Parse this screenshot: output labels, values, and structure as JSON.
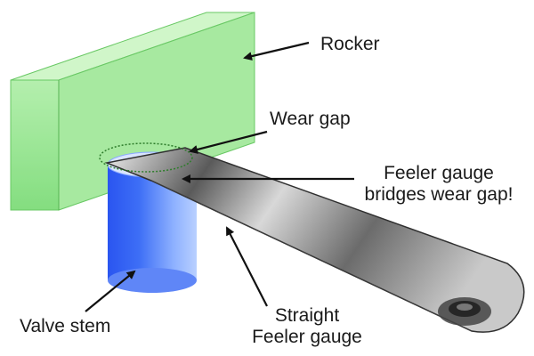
{
  "labels": {
    "rocker": "Rocker",
    "wear_gap": "Wear gap",
    "feeler_bridges_line1": "Feeler gauge",
    "feeler_bridges_line2": "bridges wear gap!",
    "valve_stem": "Valve stem",
    "straight_line1": "Straight",
    "straight_line2": "Feeler gauge"
  },
  "colors": {
    "rocker": "#7ee07a",
    "valve_stem": "#2f63f5",
    "gauge": "#8c8c8c",
    "text": "#1a1a1a"
  },
  "icons": [
    "arrow-icon"
  ]
}
